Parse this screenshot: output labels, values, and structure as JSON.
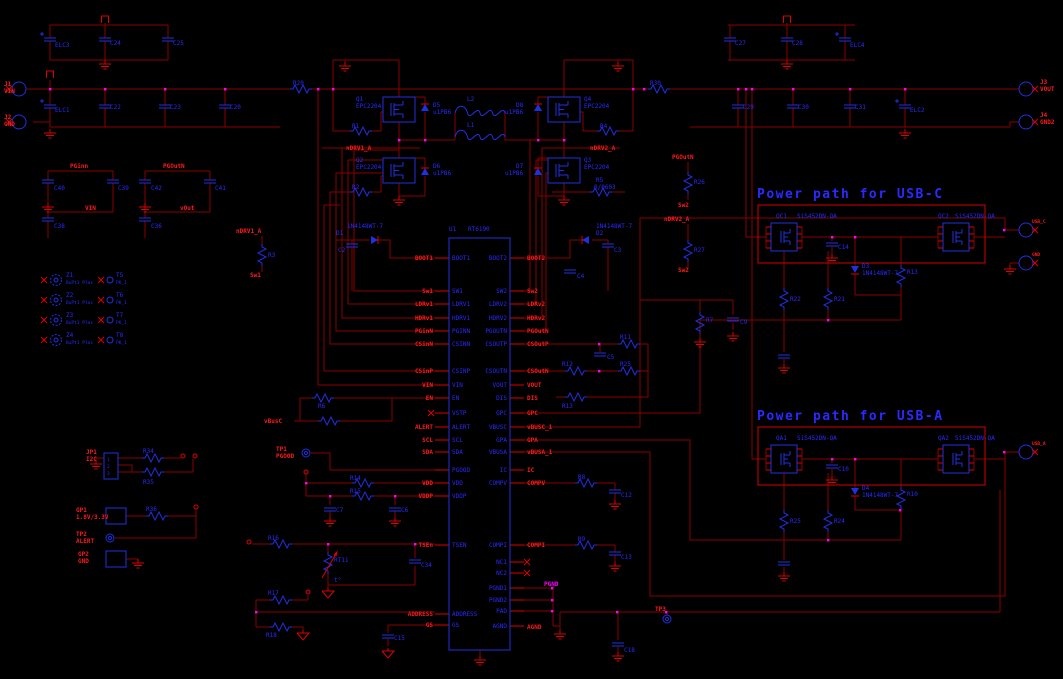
{
  "connectors": {
    "j1": "J1",
    "j1_net": "VIN",
    "j2": "J2",
    "j2_net": "GND",
    "j3": "J3",
    "j3_net": "VOUT",
    "j4": "J4",
    "j4_net": "GND2"
  },
  "input_caps": {
    "top": [
      "ELC3",
      "C24",
      "C25"
    ],
    "row": [
      "ELC1",
      "C22",
      "C23",
      "C20"
    ]
  },
  "output_caps": {
    "top": [
      "C27",
      "C28",
      "ELC4"
    ],
    "row": [
      "C29",
      "C30",
      "C31",
      "ELC2"
    ]
  },
  "stage": {
    "r20": "R20",
    "r30": "R30",
    "r1": "R1",
    "r2": "R2",
    "r4": "R4",
    "r5": "R5",
    "r5_val": "0/0603",
    "q1": "Q1",
    "q2": "Q2",
    "q3": "Q3",
    "q4": "Q4",
    "fet_part": "EPC2204",
    "d5": "D5",
    "d6": "D6",
    "d7": "D7",
    "d8": "D8",
    "sd_part": "u1PB6",
    "l1": "L1",
    "l2": "L2",
    "d1": "D1",
    "d2": "D2",
    "bst_part": "1N4148WT-7",
    "c2": "C2",
    "c3": "C3",
    "ndrv1": "nDRV1_A",
    "ndrv2": "nDRV2_A"
  },
  "ic": {
    "ref": "U1",
    "part": "RT6190",
    "lpins": [
      "BOOT1",
      "SW1",
      "LDRV1",
      "HDRV1",
      "PGINN",
      "CSINN",
      "CSINP",
      "VIN",
      "EN",
      "VSTP",
      "ALERT",
      "SCL",
      "SDA",
      "PGOOD",
      "VDD",
      "VDDP",
      "TSEN",
      "ADDRESS",
      "GS"
    ],
    "rpins": [
      "BOOT2",
      "SW2",
      "LDRV2",
      "HDRV2",
      "PGOUTN",
      "CSOUTP",
      "CSOUTN",
      "VOUT",
      "DIS",
      "GPC",
      "VBUSC",
      "GPA",
      "VBUSA",
      "IC",
      "COMPV",
      "COMPI",
      "NC1",
      "NC2",
      "PGND1",
      "PGND2",
      "PAD",
      "AGND"
    ],
    "lnets": [
      "BOOT1",
      "Sw1",
      "LDRv1",
      "HDRv1",
      "PGinN",
      "CSinN",
      "CSinP",
      "VIN",
      "EN",
      "ALERT",
      "SCL",
      "SDA",
      "VDD",
      "VDDP",
      "TSEn",
      "ADDRESS",
      "GS"
    ],
    "rnets": [
      "BOOT2",
      "Sw2",
      "LDRv2",
      "HDRv2",
      "PGOutN",
      "CSOutP",
      "CSOutN",
      "VOUT",
      "DIS",
      "GPC",
      "vBUSC_1",
      "GPA",
      "vBUSA_1",
      "IC",
      "COMPV",
      "COMPI",
      "PGND",
      "AGND"
    ]
  },
  "filters": {
    "pginn": "PGinn",
    "vin": "VIN",
    "c40": "C40",
    "c39": "C39",
    "c38": "C38",
    "pgoutn": "PGOutN",
    "vout": "vOut",
    "c42": "C42",
    "c41": "C41",
    "c36": "C36"
  },
  "mounts": {
    "z_refs": [
      "Z1",
      "Z2",
      "Z3",
      "Z4"
    ],
    "z_val": "BuPt1 Plas",
    "t_refs": [
      "T5",
      "T6",
      "T7",
      "T8"
    ],
    "t_val": "PK_1"
  },
  "lower_left": {
    "jp1": "JP1",
    "jp1_val": "I2C",
    "jp1_pins": [
      "1",
      "2",
      "3"
    ],
    "r34": "R34",
    "r35": "R35",
    "gp1": "GP1",
    "gp1_val": "1.8V/3.3V",
    "r36": "R36",
    "tp2": "TP2",
    "tp2_net": "ALERT",
    "gp2": "GP2",
    "gp2_val": "GND"
  },
  "mid": {
    "vbusc": "vBusC",
    "r6": "R6",
    "tp1": "TP1",
    "tp1_net": "PGOOD",
    "r14": "R14",
    "r15": "R15",
    "c7": "C7",
    "c6": "C6",
    "r16": "R16",
    "rt11": "RT11",
    "t_mark": "t°",
    "c34": "C34",
    "r17": "R17",
    "r18": "R18",
    "c15": "C15",
    "r8": "R8",
    "c12": "C12",
    "r9": "R9",
    "c13": "C13",
    "c4": "C4",
    "c5": "C5",
    "r11": "R11",
    "r12": "R12",
    "r25": "R25",
    "r13": "R13",
    "r7": "R7",
    "c9": "C9",
    "c18": "C18",
    "tp3": "TP3"
  },
  "right_col": {
    "pgoutn": "PGOutN",
    "r26": "R26",
    "sw2a": "Sw2",
    "ndrv2": "nDRV2_A",
    "r27": "R27",
    "sw2b": "Sw2",
    "ndrv1": "nDRV1_A",
    "r3": "R3",
    "sw1": "Sw1"
  },
  "usb_c": {
    "title": "Power path for USB-C",
    "qc1": "QC1",
    "qc2": "QC2",
    "part": "SiS452DN-QA",
    "c14": "C14",
    "d3": "D3",
    "d_part": "1N4148WT-7",
    "r13": "R13",
    "r22": "R22",
    "r21": "R21",
    "out": "USB_C",
    "gnd": "GND"
  },
  "usb_a": {
    "title": "Power path for USB-A",
    "qa1": "QA1",
    "qa2": "QA2",
    "part": "SiS452DN-QA",
    "c10": "C10",
    "d4": "D4",
    "d_part": "1N4148WT-7",
    "r10": "R10",
    "r25": "R25",
    "r24": "R24",
    "out": "USB_A"
  }
}
